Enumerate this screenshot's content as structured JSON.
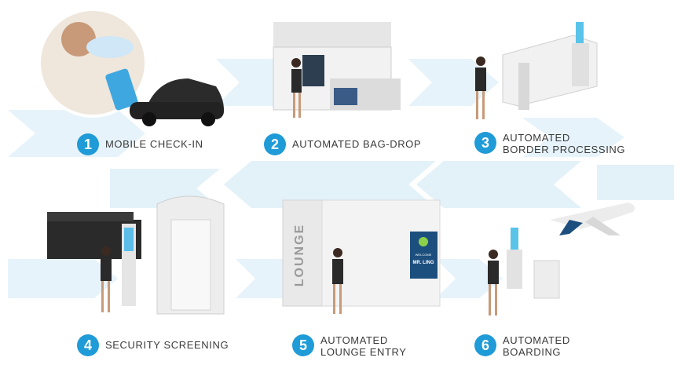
{
  "colors": {
    "accent": "#1f9bd7",
    "arrow_band": "#e6f3fa",
    "text": "#3a3a3a"
  },
  "steps": [
    {
      "number": "1",
      "lines": [
        "MOBILE CHECK-IN"
      ],
      "illustration": "phone-and-car"
    },
    {
      "number": "2",
      "lines": [
        "AUTOMATED BAG-DROP"
      ],
      "illustration": "bag-drop-kiosk"
    },
    {
      "number": "3",
      "lines": [
        "AUTOMATED",
        "BORDER PROCESSING"
      ],
      "illustration": "border-gate"
    },
    {
      "number": "4",
      "lines": [
        "SECURITY SCREENING"
      ],
      "illustration": "body-scanner"
    },
    {
      "number": "5",
      "lines": [
        "AUTOMATED",
        "LOUNGE ENTRY"
      ],
      "illustration": "lounge-door"
    },
    {
      "number": "6",
      "lines": [
        "AUTOMATED",
        "BOARDING"
      ],
      "illustration": "boarding-gate-airplane"
    }
  ],
  "lounge_sign": "LOUNGE",
  "lounge_screen": {
    "line1": "WELCOME",
    "line2": "MR. LING"
  }
}
